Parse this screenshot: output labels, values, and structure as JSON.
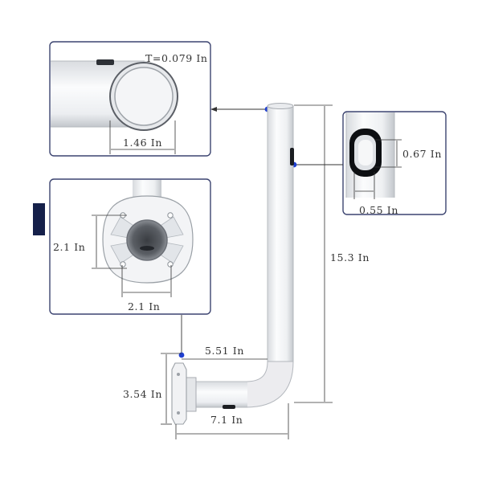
{
  "colors": {
    "panel_border": "#3c4470",
    "accent_dot": "#1f3fd1",
    "pipe_fill": "#f1f3f5",
    "pipe_shade": "#c9cdd2",
    "dim_line": "#333333",
    "dark_block": "#15204a"
  },
  "labels": {
    "thickness": "T=0.079 In",
    "pipe_diameter": "1.46 In",
    "slot_height": "0.67 In",
    "slot_width": "0.55 In",
    "base_height": "2.1 In",
    "base_width": "2.1 In",
    "total_height": "15.3 In",
    "arm_reach": "5.51 In",
    "flange_height": "3.54 In",
    "total_width": "7.1 In"
  }
}
